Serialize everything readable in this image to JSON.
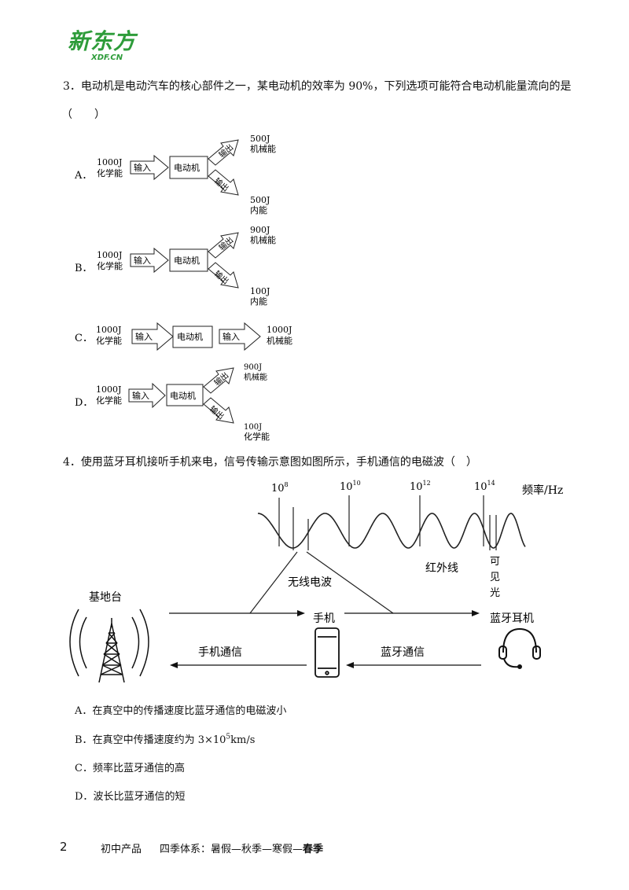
{
  "logo": {
    "main": "新东方",
    "sub": "XDF.CN"
  },
  "q3": {
    "stem": "3．电动机是电动汽车的核心部件之一，某电动机的效率为 90%，下列选项可能符合电动机能量流向的是",
    "paren": "（　　）",
    "options": [
      {
        "letter": "A．",
        "input_energy": "1000J",
        "input_form": "化学能",
        "in_label": "输入",
        "box": "电动机",
        "out_label": "输出",
        "out1_value": "500J",
        "out1_form": "机械能",
        "out2_value": "500J",
        "out2_form": "内能"
      },
      {
        "letter": "B．",
        "input_energy": "1000J",
        "input_form": "化学能",
        "in_label": "输入",
        "box": "电动机",
        "out_label": "输出",
        "out1_value": "900J",
        "out1_form": "机械能",
        "out2_value": "100J",
        "out2_form": "内能"
      },
      {
        "letter": "C．",
        "input_energy": "1000J",
        "input_form": "化学能",
        "in_label": "输入",
        "box": "电动机",
        "out_label": "输入",
        "out1_value": "1000J",
        "out1_form": "机械能"
      },
      {
        "letter": "D．",
        "input_energy": "1000J",
        "input_form": "化学能",
        "in_label": "输入",
        "box": "电动机",
        "out_label": "输出",
        "out1_value": "900J",
        "out1_form": "机械能",
        "out2_value": "100J",
        "out2_form": "化学能"
      }
    ]
  },
  "q4": {
    "stem": "4．使用蓝牙耳机接听手机来电，信号传输示意图如图所示，手机通信的电磁波（　）",
    "figure": {
      "ticks": [
        {
          "base": "10",
          "exp": "8"
        },
        {
          "base": "10",
          "exp": "10"
        },
        {
          "base": "10",
          "exp": "12"
        },
        {
          "base": "10",
          "exp": "14"
        }
      ],
      "freq_unit": "频率/Hz",
      "radio": "无线电波",
      "infrared": "红外线",
      "visible": [
        "可",
        "见",
        "光"
      ],
      "base_station": "基地台",
      "phone": "手机",
      "headset": "蓝牙耳机",
      "phone_comm": "手机通信",
      "bt_comm": "蓝牙通信"
    },
    "options": [
      {
        "letter": "A．",
        "text": "在真空中的传播速度比蓝牙通信的电磁波小"
      },
      {
        "letter": "B．",
        "text_pre": "在真空中传播速度约为 3×10",
        "sup": "5",
        "text_post": "km/s"
      },
      {
        "letter": "C．",
        "text": "频率比蓝牙通信的高"
      },
      {
        "letter": "D．",
        "text": "波长比蓝牙通信的短"
      }
    ]
  },
  "footer": {
    "page_no": "2",
    "product": "初中产品",
    "system": "四季体系：暑假—秋季—寒假—",
    "highlight": "春季"
  }
}
